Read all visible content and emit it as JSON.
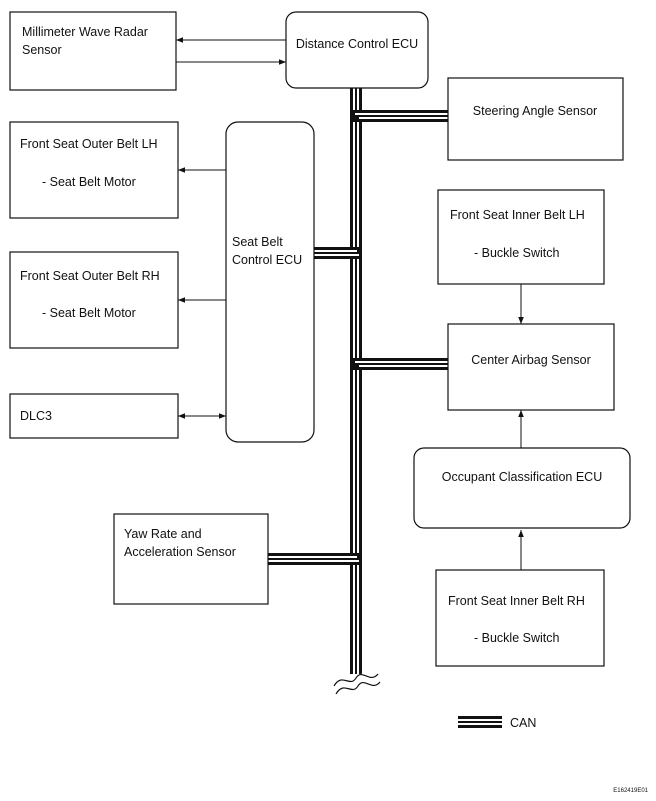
{
  "nodes": {
    "radar": {
      "lines": [
        "Millimeter Wave Radar",
        "Sensor"
      ]
    },
    "distance_ecu": {
      "lines": [
        "Distance Control ECU"
      ]
    },
    "steering": {
      "lines": [
        "Steering Angle Sensor"
      ]
    },
    "outer_lh": {
      "lines": [
        "Front Seat Outer Belt LH",
        "- Seat Belt Motor"
      ]
    },
    "seatbelt_ecu": {
      "lines": [
        "Seat Belt",
        "Control ECU"
      ]
    },
    "inner_lh": {
      "lines": [
        "Front Seat Inner Belt LH",
        "- Buckle Switch"
      ]
    },
    "outer_rh": {
      "lines": [
        "Front Seat Outer Belt RH",
        "- Seat Belt Motor"
      ]
    },
    "airbag": {
      "lines": [
        "Center Airbag Sensor"
      ]
    },
    "dlc3": {
      "lines": [
        "DLC3"
      ]
    },
    "occupant_ecu": {
      "lines": [
        "Occupant Classification ECU"
      ]
    },
    "yaw": {
      "lines": [
        "Yaw Rate and",
        "Acceleration Sensor"
      ]
    },
    "inner_rh": {
      "lines": [
        "Front Seat Inner Belt RH",
        "- Buckle Switch"
      ]
    }
  },
  "legend": {
    "can_label": "CAN"
  },
  "figure_code": "E162419E01"
}
